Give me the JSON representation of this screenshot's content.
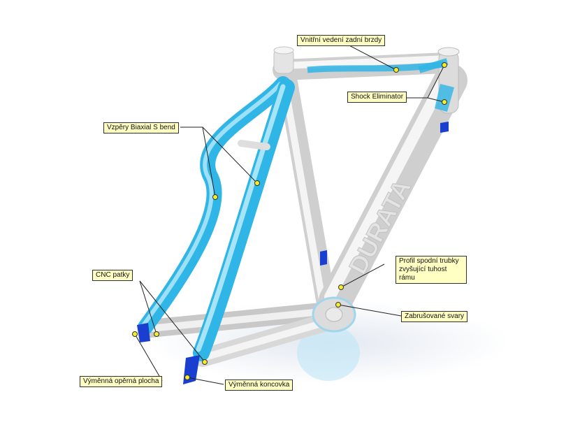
{
  "colors": {
    "accent_blue": "#2fb5e6",
    "hardware_blue": "#1a3fd0",
    "frame_white": "#eeeeee",
    "callout_fill": "#ffffc4",
    "marker_yellow": "#f5ec2a"
  },
  "callouts": {
    "rear_brake": "Vnitřní vedení zadní brzdy",
    "shock": "Shock Eliminator",
    "stays": "Vzpěry Biaxial S bend",
    "cnc": "CNC patky",
    "profile_line1": "Profil spodní trubky",
    "profile_line2": "zvyšující tuhost rámu",
    "welds": "Zabrušované svary",
    "plate": "Výměnná opěrná plocha",
    "dropout": "Výměnná koncovka"
  },
  "frame": {
    "downtube_text": "DURATA"
  }
}
